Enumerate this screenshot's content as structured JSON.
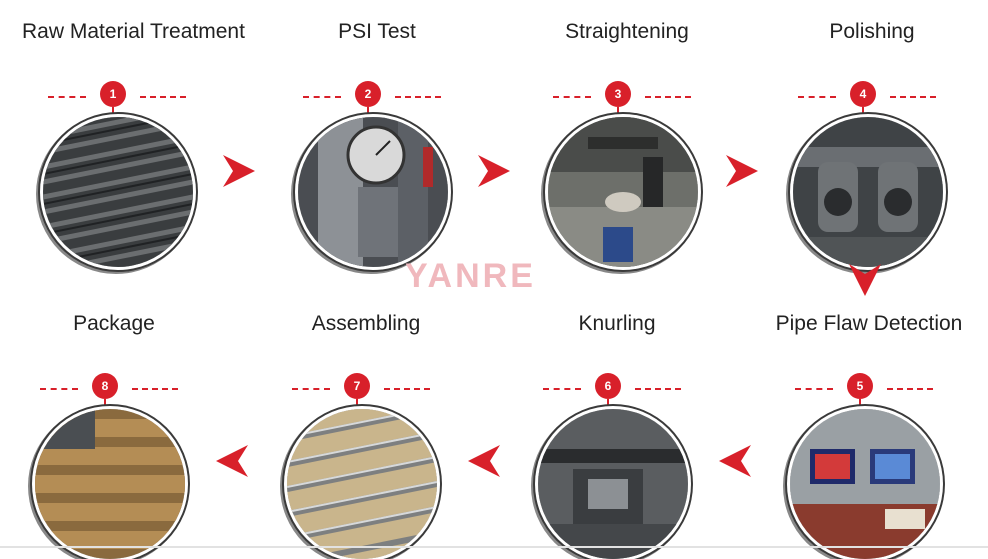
{
  "accent_color": "#d8202a",
  "watermark": "YANRE",
  "steps": [
    {
      "number": "1",
      "label": "Raw Material Treatment"
    },
    {
      "number": "2",
      "label": "PSI Test"
    },
    {
      "number": "3",
      "label": "Straightening"
    },
    {
      "number": "4",
      "label": "Polishing"
    },
    {
      "number": "5",
      "label": "Pipe Flaw Detection"
    },
    {
      "number": "6",
      "label": "Knurling"
    },
    {
      "number": "7",
      "label": "Assembling"
    },
    {
      "number": "8",
      "label": "Package"
    }
  ],
  "arrows": [
    {
      "direction": "right",
      "icon": "arrow-right-icon"
    },
    {
      "direction": "right",
      "icon": "arrow-right-icon"
    },
    {
      "direction": "right",
      "icon": "arrow-right-icon"
    },
    {
      "direction": "down",
      "icon": "arrow-down-icon"
    },
    {
      "direction": "left",
      "icon": "arrow-left-icon"
    },
    {
      "direction": "left",
      "icon": "arrow-left-icon"
    },
    {
      "direction": "left",
      "icon": "arrow-left-icon"
    }
  ]
}
